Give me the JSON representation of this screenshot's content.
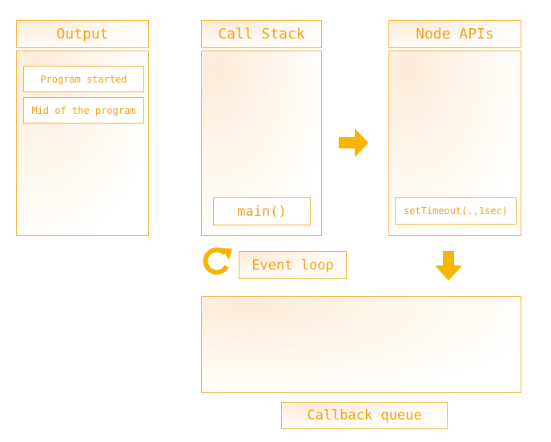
{
  "output": {
    "title": "Output",
    "items": [
      "Program started",
      "Mid of the program"
    ]
  },
  "call_stack": {
    "title": "Call Stack",
    "items": [
      "main()"
    ]
  },
  "node_apis": {
    "title": "Node APIs",
    "items": [
      "setTimeout(.,1sec)"
    ]
  },
  "event_loop": {
    "label": "Event loop",
    "icon": "refresh-icon"
  },
  "callback_queue": {
    "label": "Callback queue",
    "items": []
  },
  "colors": {
    "accent": "#f5a623",
    "arrow": "#f7b500",
    "border": "#f5b53a"
  }
}
